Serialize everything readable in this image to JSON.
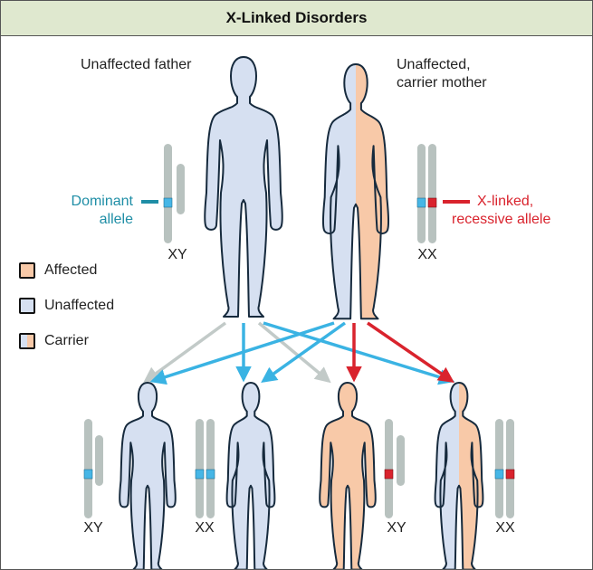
{
  "title": "X-Linked Disorders",
  "parents": {
    "father_label": "Unaffected father",
    "mother_label_line1": "Unaffected,",
    "mother_label_line2": "carrier mother",
    "father_chromosomes": "XY",
    "mother_chromosomes": "XX"
  },
  "alleles": {
    "dominant_line1": "Dominant",
    "dominant_line2": "allele",
    "recessive_line1": "X-linked,",
    "recessive_line2": "recessive allele"
  },
  "legend": [
    {
      "label": "Affected",
      "type": "affected"
    },
    {
      "label": "Unaffected",
      "type": "unaffected"
    },
    {
      "label": "Carrier",
      "type": "carrier"
    }
  ],
  "children": [
    {
      "chromosomes": "XY",
      "status": "unaffected"
    },
    {
      "chromosomes": "XX",
      "status": "unaffected"
    },
    {
      "chromosomes": "XY",
      "status": "affected"
    },
    {
      "chromosomes": "XX",
      "status": "carrier"
    }
  ],
  "colors": {
    "unaffected": "#d6e0f1",
    "affected": "#f8c9a8",
    "outline": "#162a3d",
    "chromosome": "#b8c2bf",
    "dominant_allele": "#46b6e6",
    "recessive_allele": "#d9232d",
    "arrow_blue": "#3ab3e3",
    "arrow_red": "#d9232d",
    "arrow_gray": "#c2cac8",
    "title_bg": "#dfe8cf"
  }
}
